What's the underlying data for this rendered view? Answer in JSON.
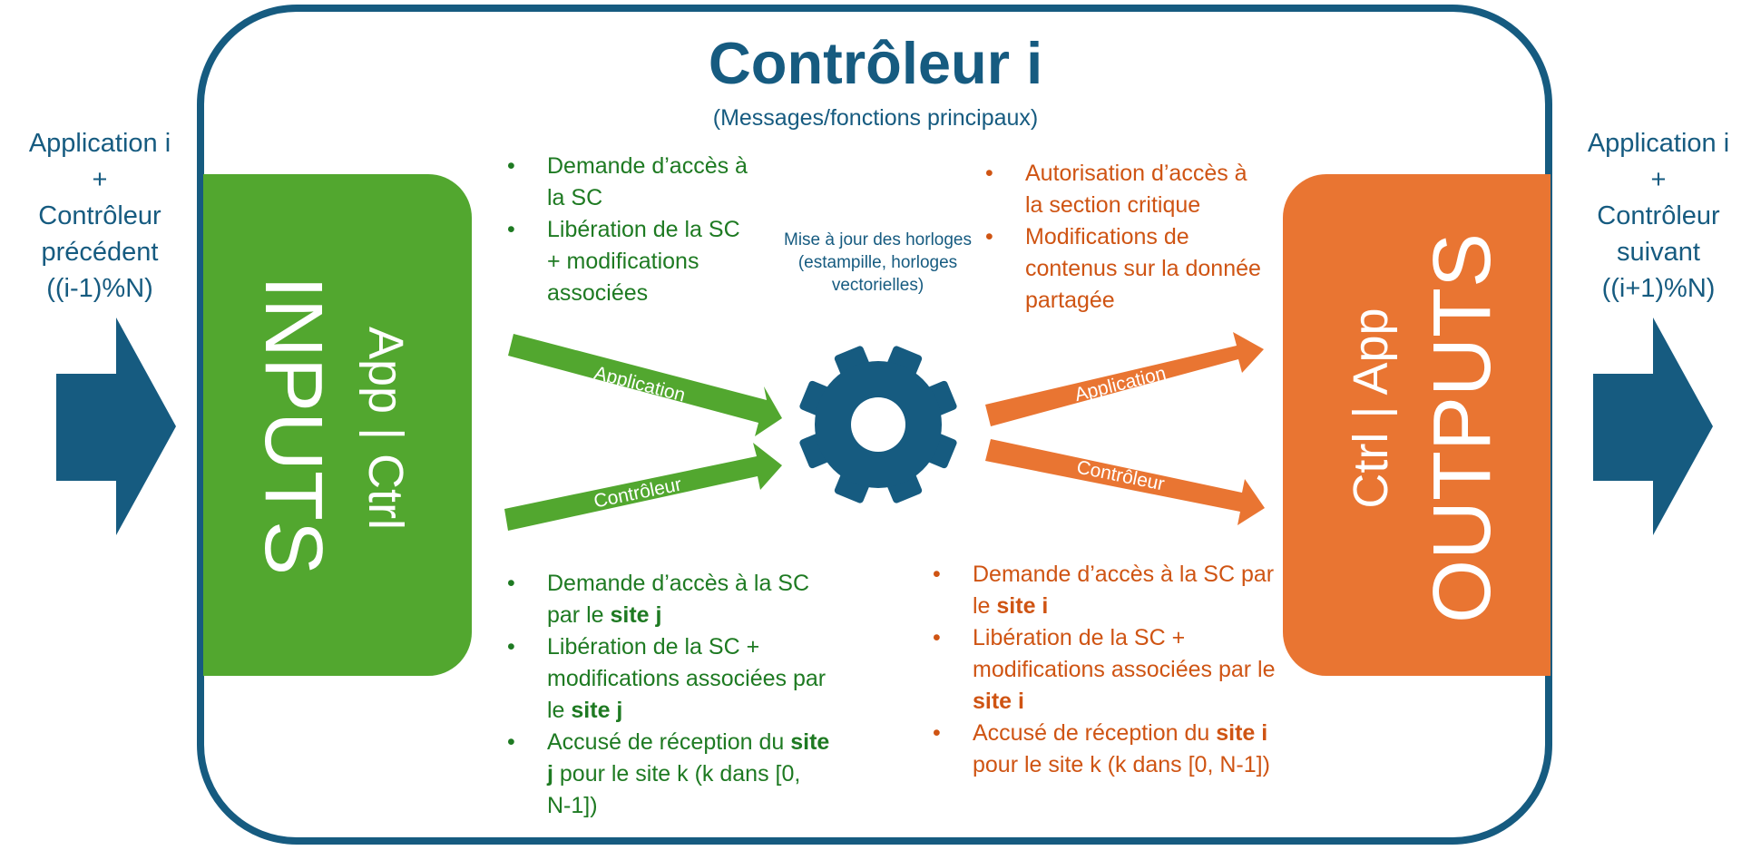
{
  "title": "Contrôleur i",
  "subtitle": "(Messages/fonctions principaux)",
  "left_text": [
    "Application i",
    "+",
    "Contrôleur",
    "précédent",
    "((i-1)%N)"
  ],
  "right_text": [
    "Application i",
    "+",
    "Contrôleur",
    "suivant",
    "((i+1)%N)"
  ],
  "inputs_box": {
    "big": "INPUTS",
    "small": "App | Ctrl"
  },
  "outputs_box": {
    "big": "OUTPUTS",
    "small": "Ctrl | App"
  },
  "clock_text": "Mise à jour des horloges (estampille, horloges vectorielles)",
  "arrows": {
    "in_application": "Application",
    "in_controleur": "Contrôleur",
    "out_application": "Application",
    "out_controleur": "Contrôleur"
  },
  "list_in_top": [
    {
      "text": "Demande d’accès à la SC"
    },
    {
      "text": "Libération de la SC + modifications associées"
    }
  ],
  "list_out_top": [
    {
      "text": "Autorisation d’accès à la section critique"
    },
    {
      "text": "Modifications de contenus sur la donnée partagée"
    }
  ],
  "list_in_bot": [
    {
      "pre": "Demande d’accès à la SC par le ",
      "bold": "site j",
      "post": ""
    },
    {
      "pre": "Libération de la SC + modifications associées par le ",
      "bold": "site j",
      "post": ""
    },
    {
      "pre": "Accusé de réception du ",
      "bold": "site j",
      "post": " pour le site k (k dans [0, N-1])"
    }
  ],
  "list_out_bot": [
    {
      "pre": "Demande d’accès à la SC par le ",
      "bold": "site i",
      "post": ""
    },
    {
      "pre": "Libération de la SC + modifications associées par le ",
      "bold": "site i",
      "post": ""
    },
    {
      "pre": "Accusé de réception du ",
      "bold": "site i",
      "post": " pour le site k (k dans [0, N-1])"
    }
  ],
  "colors": {
    "blue": "#165b80",
    "green": "#52a72f",
    "green_text": "#1e7a22",
    "orange": "#e97532",
    "orange_text": "#cf5413"
  }
}
